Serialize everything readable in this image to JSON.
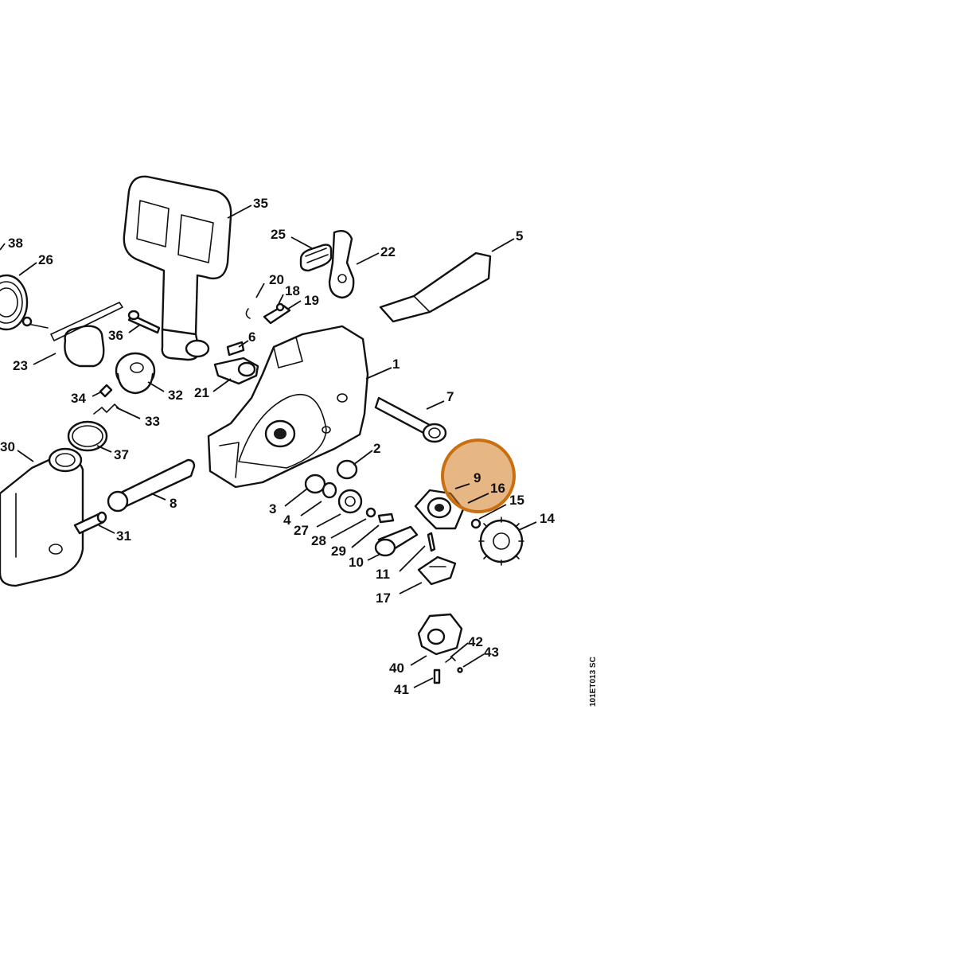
{
  "figure": {
    "reference_code": "101ET013 SC",
    "highlight_color": "#d27a20",
    "highlight_opacity": 0.55,
    "highlighted_callouts": [
      "9",
      "16"
    ]
  },
  "callouts": {
    "c1": "1",
    "c2": "2",
    "c3": "3",
    "c4": "4",
    "c5": "5",
    "c6": "6",
    "c7": "7",
    "c8": "8",
    "c9": "9",
    "c10": "10",
    "c11": "11",
    "c14": "14",
    "c15": "15",
    "c16": "16",
    "c17": "17",
    "c18": "18",
    "c19": "19",
    "c20": "20",
    "c21": "21",
    "c22": "22",
    "c23": "23",
    "c25": "25",
    "c26": "26",
    "c27": "27",
    "c28": "28",
    "c29": "29",
    "c30": "30",
    "c31": "31",
    "c32": "32",
    "c33": "33",
    "c34": "34",
    "c35": "35",
    "c36": "36",
    "c37": "37",
    "c38": "38",
    "c40": "40",
    "c41": "41",
    "c42": "42",
    "c43": "43"
  }
}
